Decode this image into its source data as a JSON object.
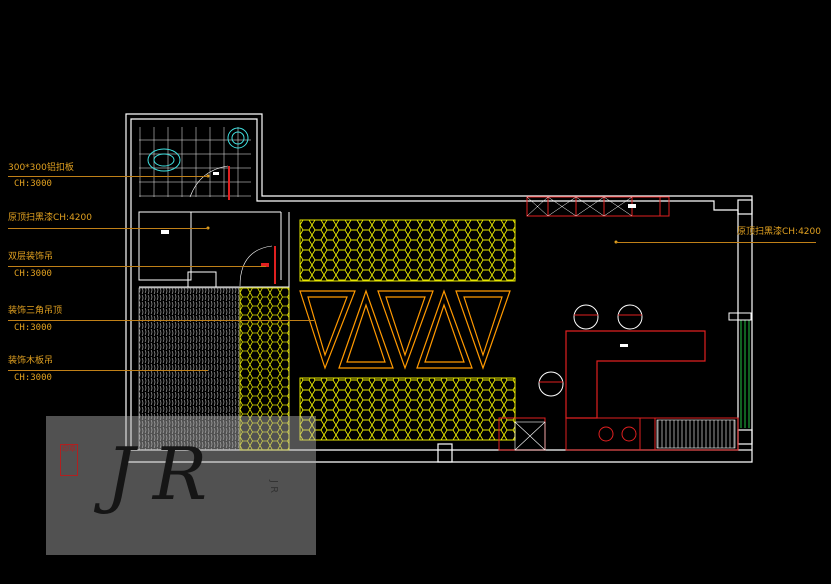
{
  "colors": {
    "background": "#000000",
    "walls": "#ffffff",
    "hatch_yellow": "#e8e800",
    "accent_orange": "#ff9900",
    "furniture_red": "#e02020",
    "label_gold": "#e0a020",
    "fixture_cyan": "#40e0e0",
    "window_green": "#20c040"
  },
  "annotations": {
    "left": [
      {
        "title": "300*300铝扣板",
        "sub": "CH:3000"
      },
      {
        "title": "原顶扫黑漆CH:4200",
        "sub": ""
      },
      {
        "title": "双层装饰吊",
        "sub": "CH:3000"
      },
      {
        "title": "装饰三角吊顶",
        "sub": "CH:3000"
      },
      {
        "title": "装饰木板吊",
        "sub": "CH:3000"
      }
    ],
    "right": {
      "title": "原顶扫黑漆CH:4200"
    }
  },
  "watermark": {
    "letters": "JR",
    "seal_text": "印章",
    "small_text": "J R"
  }
}
